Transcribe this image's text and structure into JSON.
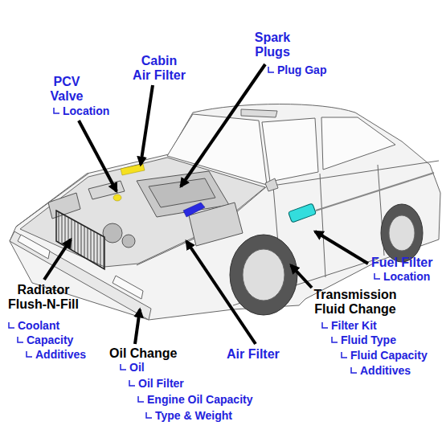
{
  "diagram": {
    "labels": [
      "Spark Plugs",
      "Plug Gap",
      "Cabin Air Filter",
      "PCV Valve",
      "Location",
      "Fuel Filter",
      "Location",
      "Radiator Flush-N-Fill",
      "Coolant",
      "Capacity",
      "Additives",
      "Transmission Fluid Change",
      "Filter Kit",
      "Fluid Type",
      "Fluid Capacity",
      "Additives",
      "Oil Change",
      "Oil",
      "Oil Filter",
      "Engine Oil Capacity",
      "Type & Weight",
      "Air Filter"
    ]
  }
}
